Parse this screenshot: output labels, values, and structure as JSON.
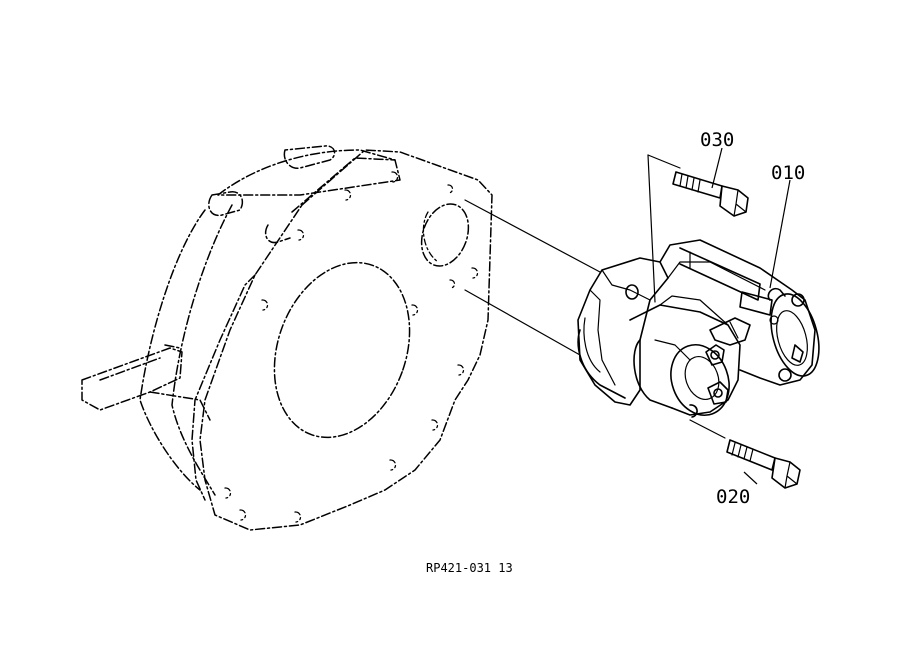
{
  "callouts": {
    "starter": "010",
    "lower_bolt": "020",
    "upper_bolt": "030"
  },
  "drawing_reference": "RP421-031 13"
}
